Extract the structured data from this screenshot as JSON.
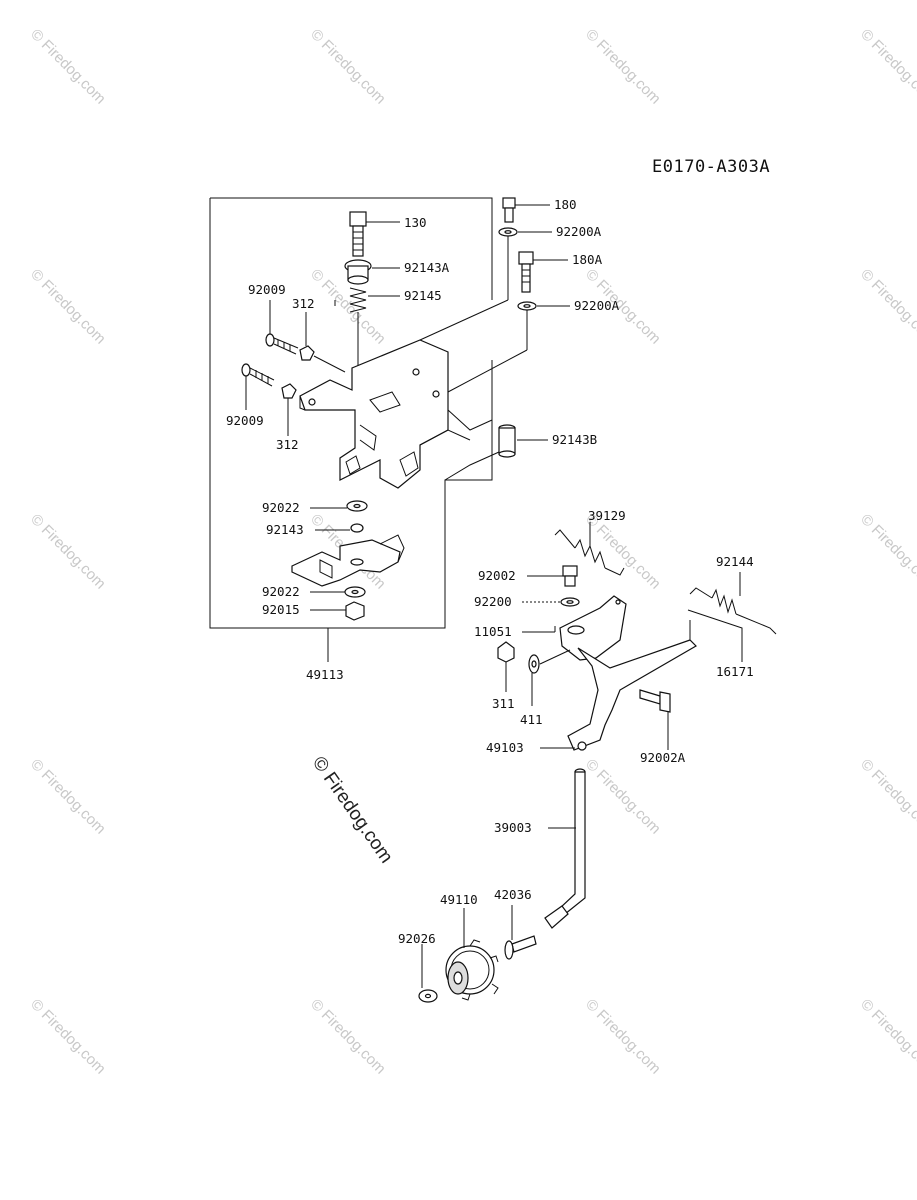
{
  "diagram_code": "E0170-A303A",
  "watermark": "© Firedog.com",
  "watermark_center": "© Firedog.com",
  "part_labels": {
    "p130": "130",
    "p92143A": "92143A",
    "p92145": "92145",
    "p92009a": "92009",
    "p312a": "312",
    "p92009b": "92009",
    "p312b": "312",
    "p92022a": "92022",
    "p92143": "92143",
    "p92022b": "92022",
    "p92015": "92015",
    "p49113": "49113",
    "p180": "180",
    "p92200Aa": "92200A",
    "p180A": "180A",
    "p92200Ab": "92200A",
    "p92143B": "92143B",
    "p39129": "39129",
    "p92002": "92002",
    "p92200": "92200",
    "p11051": "11051",
    "p92144": "92144",
    "p16171": "16171",
    "p311": "311",
    "p411": "411",
    "p49103": "49103",
    "p92002A": "92002A",
    "p39003": "39003",
    "p49110": "49110",
    "p42036": "42036",
    "p92026": "92026"
  }
}
